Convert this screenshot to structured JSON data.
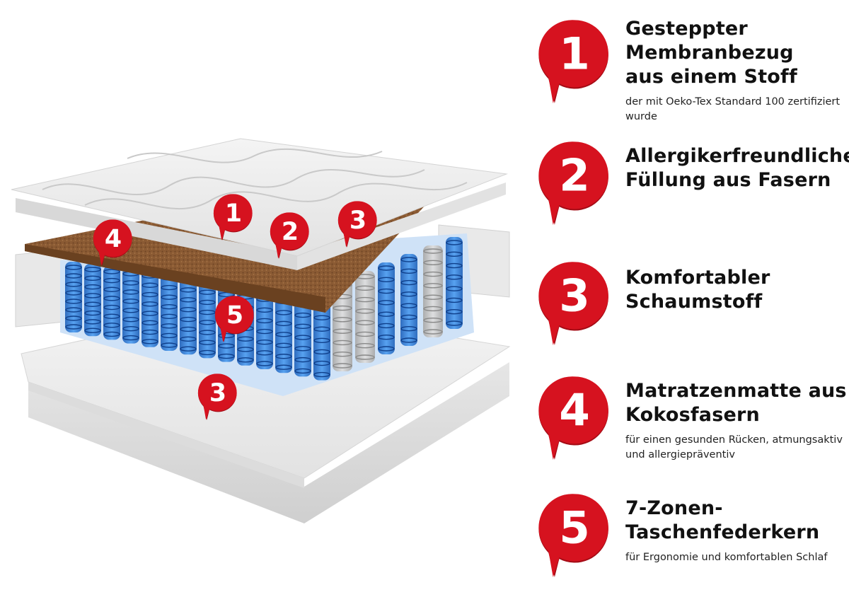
{
  "diagram_markers": [
    {
      "number": "1"
    },
    {
      "number": "2"
    },
    {
      "number": "3"
    },
    {
      "number": "4"
    },
    {
      "number": "5"
    },
    {
      "number": "3"
    }
  ],
  "legend": [
    {
      "number": "1",
      "title": "Gesteppter\nMembranbezug\naus einem Stoff",
      "subtitle": "der mit Oeko-Tex Standard 100 zertifiziert wurde"
    },
    {
      "number": "2",
      "title": "Allergikerfreundliche\nFüllung aus Fasern",
      "subtitle": ""
    },
    {
      "number": "3",
      "title": "Komfortabler\nSchaumstoff",
      "subtitle": ""
    },
    {
      "number": "4",
      "title": "Matratzenmatte aus\nKokosfasern",
      "subtitle": "für einen gesunden Rücken, atmungsaktiv und allergiepräventiv"
    },
    {
      "number": "5",
      "title": "7-Zonen-\nTaschenfederkern",
      "subtitle": "für Ergonomie und komfortablen Schlaf"
    }
  ],
  "colors": {
    "marker": "#d6121f",
    "marker_dark": "#a50c16",
    "coil": "#2a7ad8",
    "coco": "#8a5a33"
  }
}
